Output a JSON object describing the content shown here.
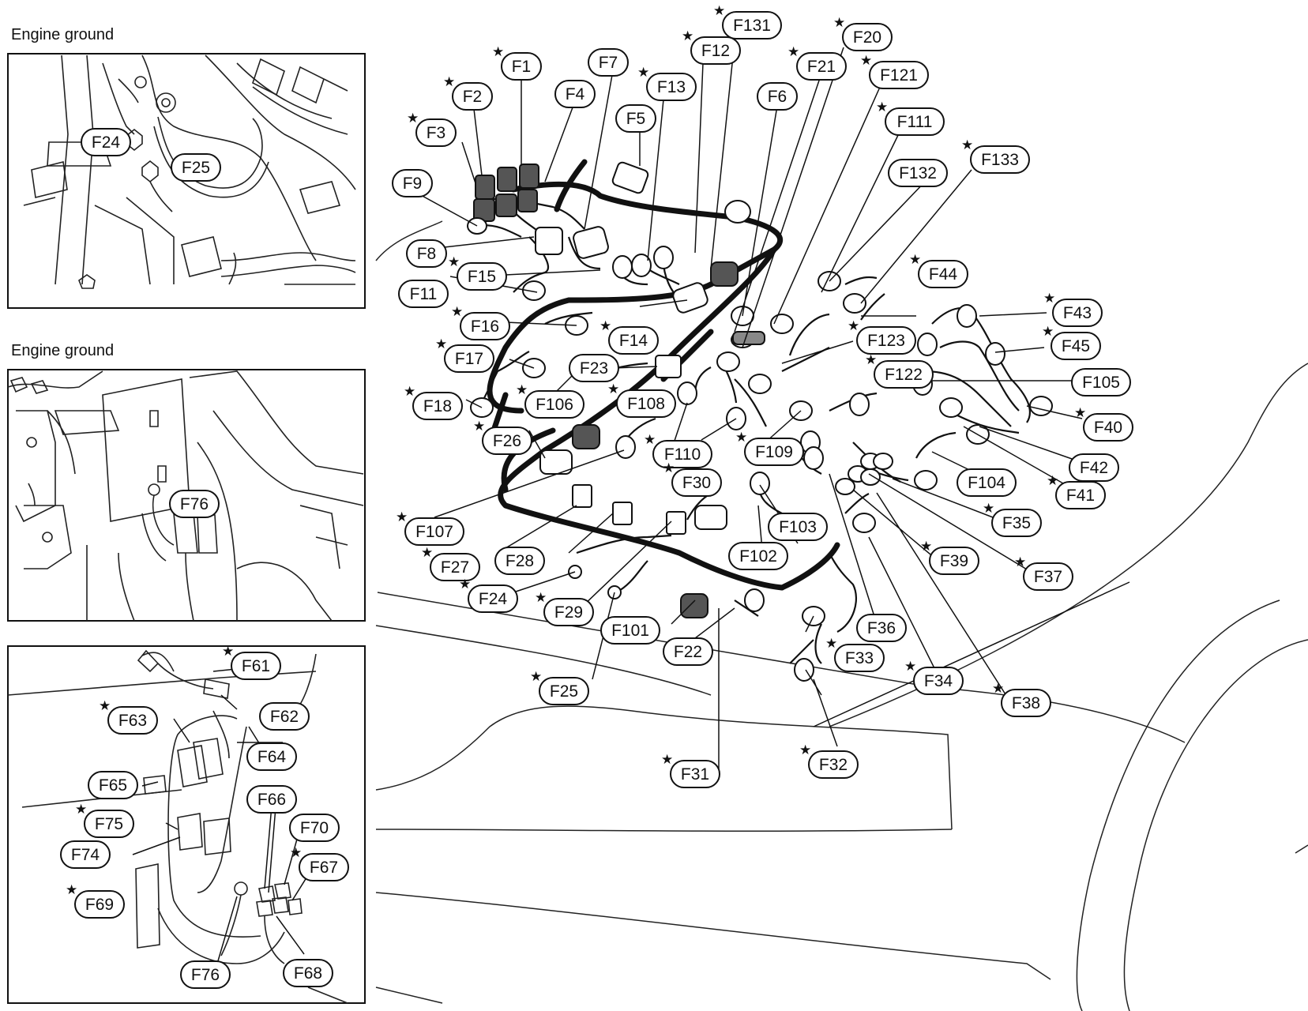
{
  "insets": [
    {
      "title": "Engine ground"
    },
    {
      "title": "Engine ground"
    }
  ],
  "star_symbol": "★",
  "labels": [
    {
      "id": "F24",
      "text": "F24",
      "star": false
    },
    {
      "id": "F25",
      "text": "F25",
      "star": false
    },
    {
      "id": "F76a",
      "text": "F76",
      "star": false
    },
    {
      "id": "F61",
      "text": "F61",
      "star": true
    },
    {
      "id": "F62",
      "text": "F62",
      "star": false
    },
    {
      "id": "F63",
      "text": "F63",
      "star": true
    },
    {
      "id": "F64",
      "text": "F64",
      "star": false
    },
    {
      "id": "F65",
      "text": "F65",
      "star": false
    },
    {
      "id": "F66",
      "text": "F66",
      "star": false
    },
    {
      "id": "F70",
      "text": "F70",
      "star": false
    },
    {
      "id": "F75",
      "text": "F75",
      "star": true
    },
    {
      "id": "F67",
      "text": "F67",
      "star": true
    },
    {
      "id": "F74",
      "text": "F74",
      "star": false
    },
    {
      "id": "F69",
      "text": "F69",
      "star": true
    },
    {
      "id": "F76b",
      "text": "F76",
      "star": false
    },
    {
      "id": "F68",
      "text": "F68",
      "star": false
    },
    {
      "id": "F131",
      "text": "F131",
      "star": true
    },
    {
      "id": "F20",
      "text": "F20",
      "star": true
    },
    {
      "id": "F12",
      "text": "F12",
      "star": true
    },
    {
      "id": "F21",
      "text": "F21",
      "star": true
    },
    {
      "id": "F121",
      "text": "F121",
      "star": true
    },
    {
      "id": "F1",
      "text": "F1",
      "star": true
    },
    {
      "id": "F7",
      "text": "F7",
      "star": false
    },
    {
      "id": "F13",
      "text": "F13",
      "star": true
    },
    {
      "id": "F2",
      "text": "F2",
      "star": true
    },
    {
      "id": "F4",
      "text": "F4",
      "star": false
    },
    {
      "id": "F6",
      "text": "F6",
      "star": false
    },
    {
      "id": "F111",
      "text": "F111",
      "star": true
    },
    {
      "id": "F5",
      "text": "F5",
      "star": false
    },
    {
      "id": "F3",
      "text": "F3",
      "star": true
    },
    {
      "id": "F132",
      "text": "F132",
      "star": false
    },
    {
      "id": "F133",
      "text": "F133",
      "star": true
    },
    {
      "id": "F9",
      "text": "F9",
      "star": false
    },
    {
      "id": "F8",
      "text": "F8",
      "star": false
    },
    {
      "id": "F15",
      "text": "F15",
      "star": true
    },
    {
      "id": "F44",
      "text": "F44",
      "star": true
    },
    {
      "id": "F11",
      "text": "F11",
      "star": false
    },
    {
      "id": "F43",
      "text": "F43",
      "star": true
    },
    {
      "id": "F16",
      "text": "F16",
      "star": true
    },
    {
      "id": "F14",
      "text": "F14",
      "star": true
    },
    {
      "id": "F123",
      "text": "F123",
      "star": true
    },
    {
      "id": "F45",
      "text": "F45",
      "star": true
    },
    {
      "id": "F17",
      "text": "F17",
      "star": true
    },
    {
      "id": "F23",
      "text": "F23",
      "star": false
    },
    {
      "id": "F122",
      "text": "F122",
      "star": true
    },
    {
      "id": "F105",
      "text": "F105",
      "star": false
    },
    {
      "id": "F108",
      "text": "F108",
      "star": true
    },
    {
      "id": "F18",
      "text": "F18",
      "star": true
    },
    {
      "id": "F106",
      "text": "F106",
      "star": true
    },
    {
      "id": "F40",
      "text": "F40",
      "star": true
    },
    {
      "id": "F26",
      "text": "F26",
      "star": true
    },
    {
      "id": "F110",
      "text": "F110",
      "star": true
    },
    {
      "id": "F109",
      "text": "F109",
      "star": true
    },
    {
      "id": "F42",
      "text": "F42",
      "star": false
    },
    {
      "id": "F30",
      "text": "F30",
      "star": true
    },
    {
      "id": "F104",
      "text": "F104",
      "star": false
    },
    {
      "id": "F41",
      "text": "F41",
      "star": true
    },
    {
      "id": "F107",
      "text": "F107",
      "star": true
    },
    {
      "id": "F35",
      "text": "F35",
      "star": true
    },
    {
      "id": "F103",
      "text": "F103",
      "star": false
    },
    {
      "id": "F28",
      "text": "F28",
      "star": false
    },
    {
      "id": "F102",
      "text": "F102",
      "star": false
    },
    {
      "id": "F39",
      "text": "F39",
      "star": true
    },
    {
      "id": "F27",
      "text": "F27",
      "star": true
    },
    {
      "id": "F37",
      "text": "F37",
      "star": true
    },
    {
      "id": "F24b",
      "text": "F24",
      "star": true
    },
    {
      "id": "F29",
      "text": "F29",
      "star": true
    },
    {
      "id": "F36",
      "text": "F36",
      "star": false
    },
    {
      "id": "F101",
      "text": "F101",
      "star": false
    },
    {
      "id": "F22",
      "text": "F22",
      "star": false
    },
    {
      "id": "F33",
      "text": "F33",
      "star": true
    },
    {
      "id": "F34",
      "text": "F34",
      "star": true
    },
    {
      "id": "F25b",
      "text": "F25",
      "star": true
    },
    {
      "id": "F38",
      "text": "F38",
      "star": true
    },
    {
      "id": "F31",
      "text": "F31",
      "star": true
    },
    {
      "id": "F32",
      "text": "F32",
      "star": true
    }
  ]
}
